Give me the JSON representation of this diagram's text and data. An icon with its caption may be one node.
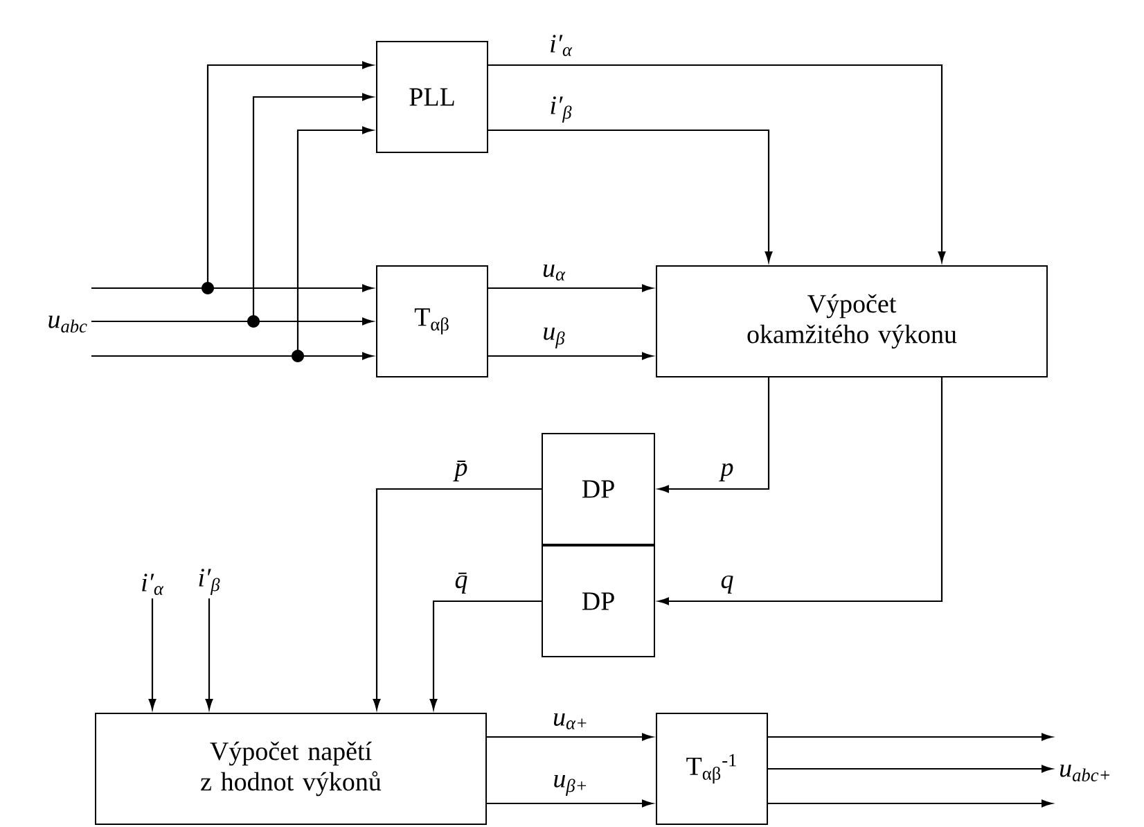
{
  "diagram": {
    "nodes": [
      {
        "text": [
          "PLL"
        ]
      },
      {
        "text": [
          "T$_{αβ}$"
        ]
      },
      {
        "text": [
          "Výpočet okamžitého výkonu"
        ]
      },
      {
        "text": [
          "DP"
        ]
      },
      {
        "text": [
          "DP"
        ]
      },
      {
        "text": [
          "Výpočet napětí z hodnot výkonů"
        ]
      },
      {
        "text": [
          "T$_{αβ}$$^{-1}$"
        ]
      },
      {
        "text": [
          "u$_{abc}$"
        ]
      },
      {
        "text": [
          "i′$_{α}$"
        ]
      },
      {
        "text": [
          "i′$_{β}$"
        ]
      },
      {
        "text": [
          "u$_{abc+}$"
        ]
      }
    ],
    "edges": [
      {
        "from": 7,
        "to": 1,
        "arrow": "to"
      },
      {
        "from": 7,
        "to": 1,
        "arrow": "to"
      },
      {
        "from": 7,
        "to": 1,
        "arrow": "to"
      },
      {
        "from": 7,
        "to": 0,
        "arrow": "to"
      },
      {
        "from": 7,
        "to": 0,
        "arrow": "to"
      },
      {
        "from": 7,
        "to": 0,
        "arrow": "to"
      },
      {
        "from": 0,
        "to": 2,
        "arrow": "to",
        "label": "i′$_{α}$"
      },
      {
        "from": 0,
        "to": 2,
        "arrow": "to",
        "label": "i′$_{β}$"
      },
      {
        "from": 1,
        "to": 2,
        "arrow": "to",
        "label": "u$_{α}$"
      },
      {
        "from": 1,
        "to": 2,
        "arrow": "to",
        "label": "u$_{β}$"
      },
      {
        "from": 2,
        "to": 3,
        "arrow": "to",
        "label": "p"
      },
      {
        "from": 2,
        "to": 4,
        "arrow": "to",
        "label": "q"
      },
      {
        "from": 3,
        "to": 5,
        "arrow": "to",
        "label": "p̄"
      },
      {
        "from": 4,
        "to": 5,
        "arrow": "to",
        "label": "q̄"
      },
      {
        "from": 8,
        "to": 5,
        "arrow": "to"
      },
      {
        "from": 9,
        "to": 5,
        "arrow": "to"
      },
      {
        "from": 5,
        "to": 6,
        "arrow": "to",
        "label": "u$_{α+}$"
      },
      {
        "from": 5,
        "to": 6,
        "arrow": "to",
        "label": "u$_{β+}$"
      },
      {
        "from": 6,
        "to": 10,
        "arrow": "to"
      },
      {
        "from": 6,
        "to": 10,
        "arrow": "to"
      },
      {
        "from": 6,
        "to": 10,
        "arrow": "to"
      }
    ]
  }
}
